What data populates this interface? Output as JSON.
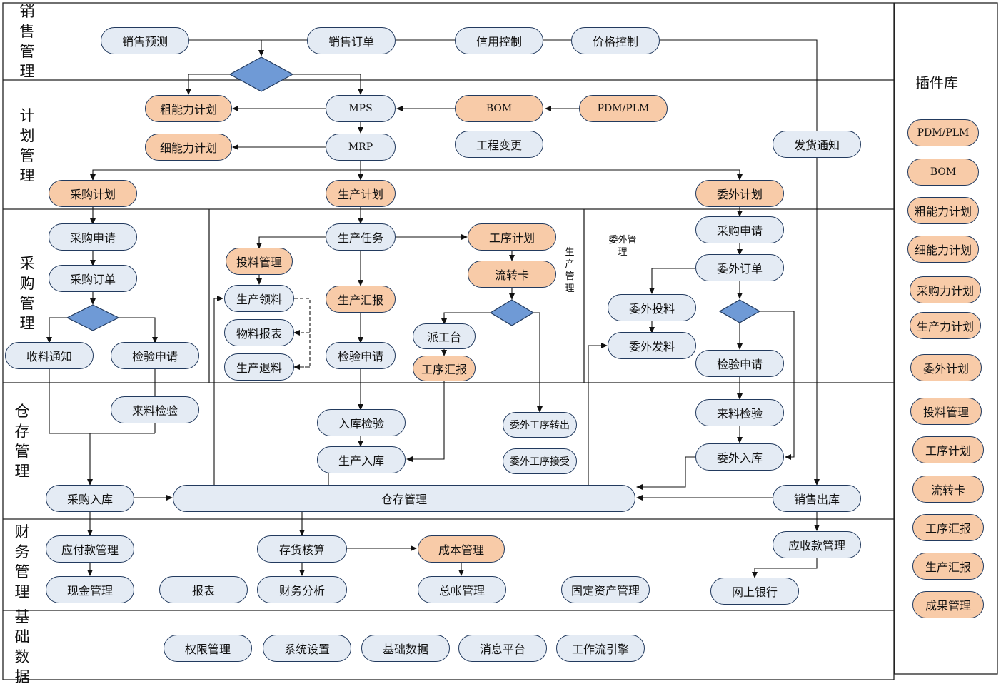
{
  "lanes": {
    "sales": "销售管理",
    "planning": "计划管理",
    "purchasing": "采购管理",
    "warehouse": "仓存管理",
    "finance": "财务管理",
    "basic": "基础数据"
  },
  "sublabels": {
    "production_mgmt": "生产管理",
    "outsourcing_mgmt": "委外管理"
  },
  "plugins": {
    "title": "插件库",
    "items": [
      "PDM/PLM",
      "BOM",
      "粗能力计划",
      "细能力计划",
      "采购力计划",
      "生产力计划",
      "委外计划",
      "投料管理",
      "工序计划",
      "流转卡",
      "工序汇报",
      "生产汇报",
      "成果管理"
    ]
  },
  "nodes": {
    "sales_forecast": "销售预测",
    "sales_order": "销售订单",
    "credit_control": "信用控制",
    "price_control": "价格控制",
    "rough_cap": "粗能力计划",
    "mps": "MPS",
    "bom": "BOM",
    "pdm_plm": "PDM/PLM",
    "fine_cap": "细能力计划",
    "mrp": "MRP",
    "eng_change": "工程变更",
    "ship_notice": "发货通知",
    "purchase_plan": "采购计划",
    "production_plan": "生产计划",
    "outsource_plan": "委外计划",
    "purchase_request": "采购申请",
    "purchase_order": "采购订单",
    "receipt_notice": "收料通知",
    "inspect_request_p": "检验申请",
    "incoming_inspect_p": "来料检验",
    "prod_task": "生产任务",
    "material_input": "投料管理",
    "prod_pick": "生产领料",
    "material_report": "物料报表",
    "prod_return": "生产退料",
    "prod_report": "生产汇报",
    "inspect_request_m": "检验申请",
    "process_plan": "工序计划",
    "route_card": "流转卡",
    "dispatch": "派工台",
    "process_report": "工序汇报",
    "out_request": "采购申请",
    "out_order": "委外订单",
    "out_input": "委外投料",
    "out_issue": "委外发料",
    "inspect_request_o": "检验申请",
    "incoming_inspect_o": "来料检验",
    "stock_inspect": "入库检验",
    "prod_stockin": "生产入库",
    "out_process_out": "委外工序转出",
    "out_process_in": "委外工序接受",
    "out_stockin": "委外入库",
    "purchase_stockin": "采购入库",
    "warehouse_mgmt": "仓存管理",
    "sales_out": "销售出库",
    "ap_mgmt": "应付款管理",
    "inventory_acct": "存货核算",
    "cost_mgmt": "成本管理",
    "ar_mgmt": "应收款管理",
    "cash_mgmt": "现金管理",
    "reports": "报表",
    "fin_analysis": "财务分析",
    "gl_mgmt": "总帐管理",
    "fixed_assets": "固定资产管理",
    "online_bank": "网上银行",
    "perm_mgmt": "权限管理",
    "sys_settings": "系统设置",
    "base_data": "基础数据",
    "msg_platform": "消息平台",
    "workflow": "工作流引擎"
  },
  "colors": {
    "node_fill": "#e4ebf4",
    "highlight_fill": "#f8cba8",
    "decision_fill": "#6f9ad6",
    "outline": "#223a5e"
  }
}
